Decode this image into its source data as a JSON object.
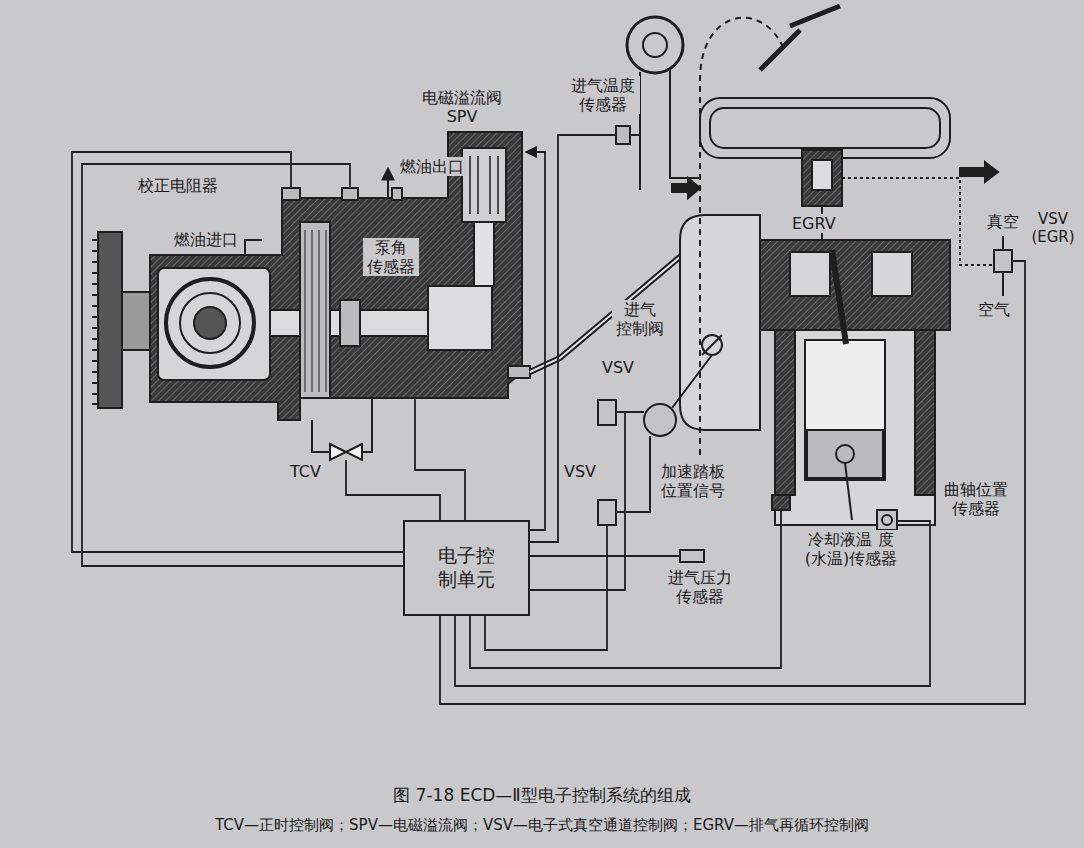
{
  "diagram": {
    "caption": "图 7-18 ECD—Ⅱ型电子控制系统的组成",
    "nodes": [
      {
        "text": [
          "电子控制单元"
        ]
      }
    ],
    "labels": [
      "电磁溢流阀 SPV",
      "进气温度 传感器",
      "燃油出口",
      "校正电阻器",
      "燃油进口",
      "泵角 传感器",
      "TCV",
      "进气 控制阀",
      "VSV",
      "VSV",
      "加速踏板 位置信号",
      "进气压力 传感器",
      "EGRV",
      "真空",
      "VSV (EGR)",
      "空气",
      "冷却液温 度(水温)传感器",
      "曲轴位置 传感器",
      "TCV—正时控制阀；SPV—电磁溢流阀；VSV—电子式真空通道控制阀；EGRV—排气再循环控制阀"
    ]
  }
}
